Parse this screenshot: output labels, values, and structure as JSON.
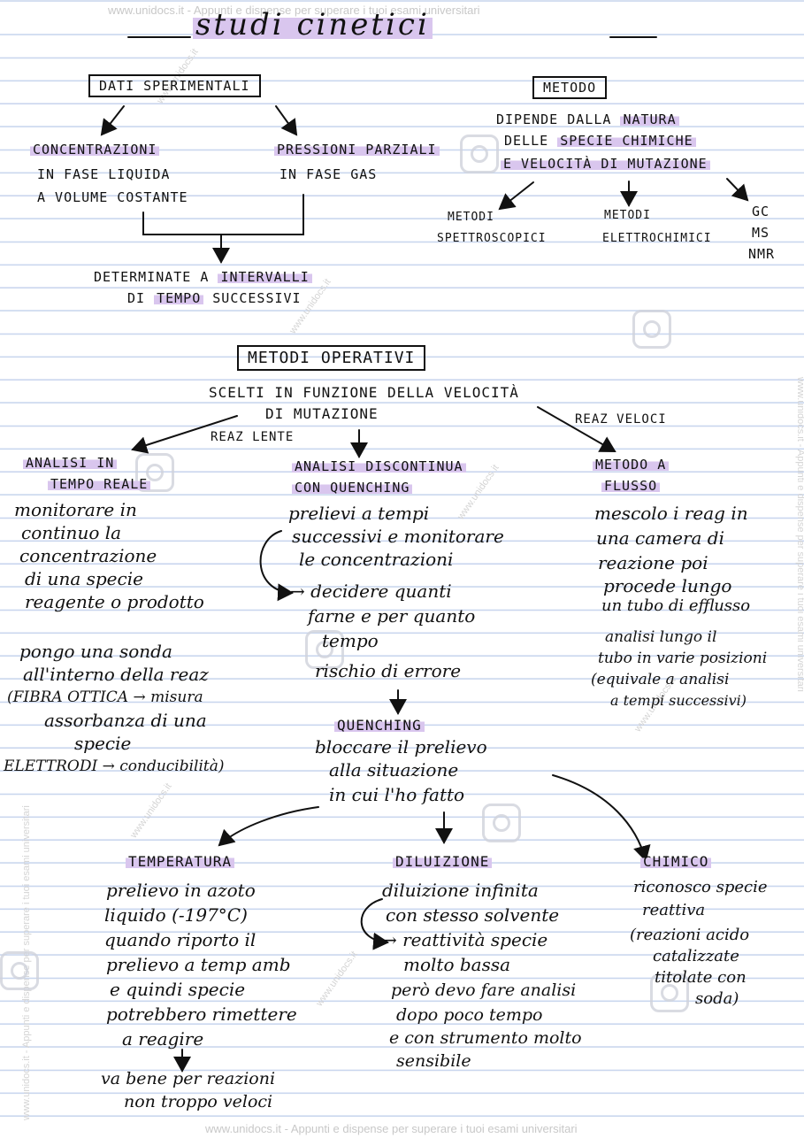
{
  "title": "studi cinetici",
  "watermark": "www.unidocs.it - Appunti e dispense per superare i tuoi esami universitari",
  "watermark_short": "www.unidocs.it",
  "section1": {
    "dati_box": "DATI SPERIMENTALI",
    "conc_title": "CONCENTRAZIONI",
    "conc_l1": "in FASE LIQUIDA",
    "conc_l2": "a VOLUME COSTANTE",
    "press_title": "PRESSIONI PARZIALI",
    "press_l1": "in FASE GAS",
    "det_l1a": "DETERMINATE a",
    "det_l1b": "INTERVALLI",
    "det_l2a": "DI",
    "det_l2b": "TEMPO",
    "det_l2c": "SUCCESSIVI"
  },
  "metodo": {
    "box": "METODO",
    "l1a": "DIPENDE DALLA",
    "l1b": "NATURA",
    "l2a": "DELLE",
    "l2b": "SPECIE CHIMICHE",
    "l3": "E VELOCITÀ DI MUTAZIONE",
    "spettro_1": "METODI",
    "spettro_2": "SPETTROSCOPICI",
    "elettro_1": "METODI",
    "elettro_2": "ELETTROCHIMICI",
    "gc_1": "GC",
    "gc_2": "MS",
    "gc_3": "NMR"
  },
  "operativi": {
    "box": "METODI OPERATIVI",
    "l1": "SCELTI IN FUNZIONE DELLA VELOCITÀ",
    "l2": "DI MUTAZIONE",
    "reaz_lente": "REAZ LENTE",
    "reaz_veloci": "REAZ VELOCI"
  },
  "tempo_reale": {
    "title_1": "ANALISI IN",
    "title_2": "TEMPO REALE",
    "lines": [
      "monitorare in",
      "continuo la",
      "concentrazione",
      "di una specie",
      "reagente o prodotto"
    ],
    "sonda": [
      "pongo una sonda",
      "all'interno della reaz",
      "(FIBRA OTTICA → misura",
      "assorbanza di una",
      "specie",
      "ELETTRODI → conducibilità)"
    ]
  },
  "discontinua": {
    "title_1": "ANALISI DISCONTINUA",
    "title_2": "CON QUENCHING",
    "lines": [
      "prelievi a tempi",
      "successivi e monitorare",
      "le concentrazioni",
      "→ decidere quanti",
      "farne e per quanto",
      "tempo",
      "rischio di errore"
    ],
    "quenching": "QUENCHING",
    "q_lines": [
      "bloccare il prelievo",
      "alla situazione",
      "in cui l'ho fatto"
    ]
  },
  "flusso": {
    "title_1": "METODO A",
    "title_2": "FLUSSO",
    "lines": [
      "mescolo i reag in",
      "una camera di",
      "reazione poi",
      "procede lungo",
      "un tubo di efflusso"
    ],
    "lines2": [
      "analisi lungo il",
      "tubo in varie posizioni",
      "(equivale a analisi",
      "a tempi successivi)"
    ]
  },
  "temperatura": {
    "title": "TEMPERATURA",
    "lines": [
      "prelievo in azoto",
      "liquido (-197°C)",
      "quando riporto il",
      "prelievo a temp amb",
      "e quindi specie",
      "potrebbero rimettere",
      "a reagire",
      "va bene per reazioni",
      "non troppo veloci"
    ]
  },
  "diluizione": {
    "title": "DILUIZIONE",
    "lines": [
      "diluizione infinita",
      "con stesso solvente",
      "→ reattività specie",
      "molto bassa",
      "però devo fare analisi",
      "dopo poco tempo",
      "e con strumento molto",
      "sensibile"
    ]
  },
  "chimico": {
    "title": "CHIMICO",
    "lines": [
      "riconosco specie",
      "reattiva",
      "(reazioni acido",
      "catalizzate",
      "titolate con",
      "soda)"
    ]
  },
  "colors": {
    "ink": "#111111",
    "highlight": "#d9c6ee",
    "rule": "#c9d6ee",
    "watermark": "#c8c8c8"
  }
}
